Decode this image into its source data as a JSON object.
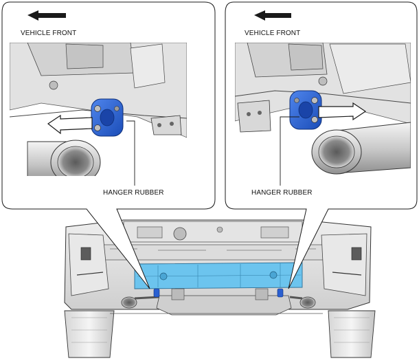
{
  "callouts": {
    "left": {
      "direction_label": "VEHICLE FRONT",
      "part_label": "HANGER RUBBER"
    },
    "right": {
      "direction_label": "VEHICLE FRONT",
      "part_label": "HANGER RUBBER"
    }
  },
  "colors": {
    "hanger_rubber": "#2a5fd0",
    "heat_shield": "#6cc4ee",
    "arrow_fill": "#ffffff",
    "line": "#1a1a1a",
    "body_gray": "#d9d9d9"
  },
  "icons": [
    "vehicle-front-arrow",
    "removal-direction-arrow"
  ]
}
